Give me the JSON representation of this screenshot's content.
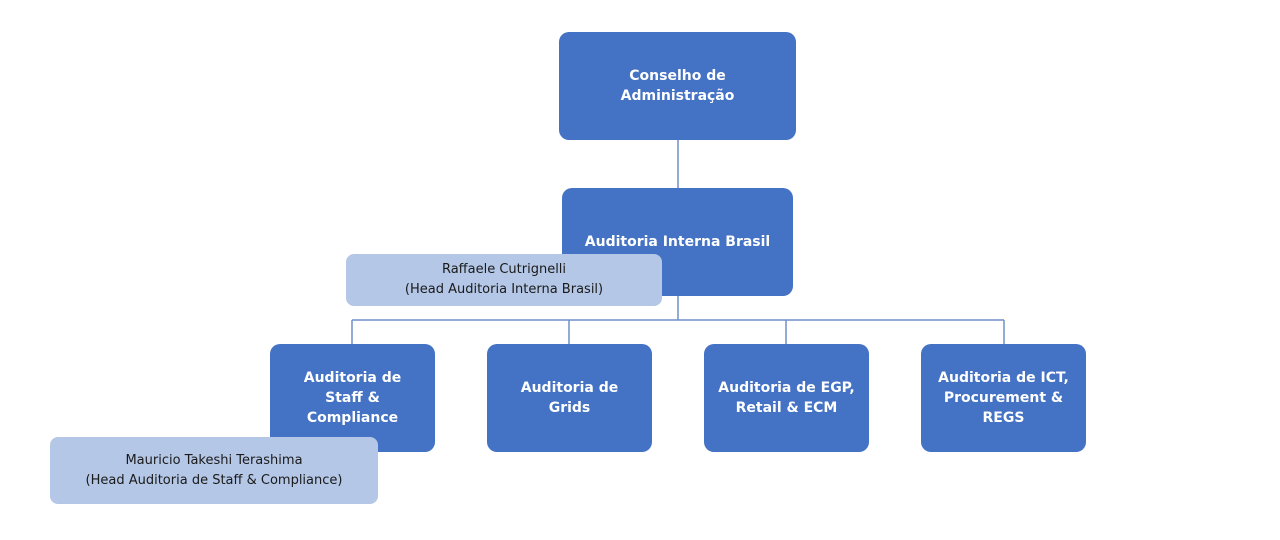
{
  "nodes": {
    "board": "Conselho de\nAdministração",
    "internal_audit": "Auditoria Interna Brasil",
    "staff_compliance": "Auditoria de\nStaff &\nCompliance",
    "grids": "Auditoria de\nGrids",
    "egp_retail_ecm": "Auditoria de EGP,\nRetail & ECM",
    "ict_procurement_regs": "Auditoria de ICT,\nProcurement &\nREGS"
  },
  "people": {
    "head_internal_audit": "Raffaele Cutrignelli\n(Head Auditoria Interna Brasil)",
    "head_staff_compliance": "Mauricio Takeshi Terashima\n(Head Auditoria de Staff & Compliance)"
  },
  "colors": {
    "box_fill": "#4472C4",
    "label_fill": "#B4C7E7",
    "connector": "#6F8FC8"
  }
}
